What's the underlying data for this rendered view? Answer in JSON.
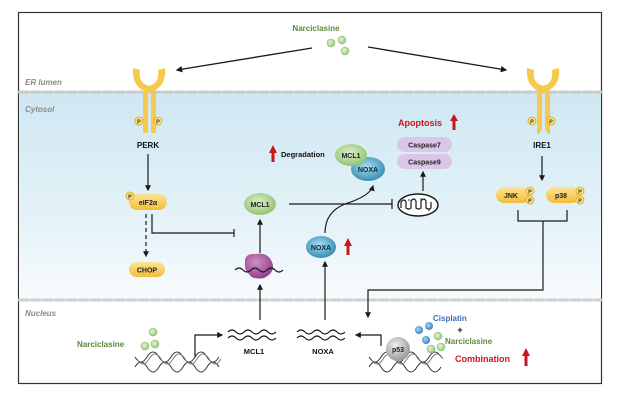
{
  "regions": {
    "er_lumen": "ER lumen",
    "cytosol": "Cytosol",
    "nucleus": "Nucleus"
  },
  "drug": {
    "top_label": "Narciclasine",
    "nucleus_label": "Narciclasine"
  },
  "receptors": {
    "perk": "PERK",
    "ire1": "IRE1",
    "phospho": "P"
  },
  "perk_branch": {
    "eif2a": "eIF2α",
    "chop": "CHOP"
  },
  "ire1_branch": {
    "jnk": "JNK",
    "p38": "p38"
  },
  "cytosol_nodes": {
    "mcl1": "MCL1",
    "noxa": "NOXA",
    "degradation": "Degradation",
    "complex_mcl1": "MCL1",
    "complex_noxa": "NOXA",
    "apoptosis": "Apoptosis",
    "caspase7": "Caspase7",
    "caspase9": "Caspase9"
  },
  "nucleus_nodes": {
    "mcl1_mrna": "MCL1",
    "noxa_mrna": "NOXA",
    "p53": "p53",
    "cisplatin": "Cisplatin",
    "plus": "+",
    "narciclasine": "Narciclasine",
    "combination": "Combination"
  },
  "colors": {
    "drug_green": "#5a8a3a",
    "cisplatin_blue": "#3a6fb8",
    "up_red": "#c8161d",
    "receptor_yellow": "#f6c94a",
    "mcl1_green": "#9cc97a",
    "noxa_teal": "#3d93b8",
    "caspase_purple": "#dcc6e8",
    "cytosol_blue": "#d6ecf5"
  }
}
